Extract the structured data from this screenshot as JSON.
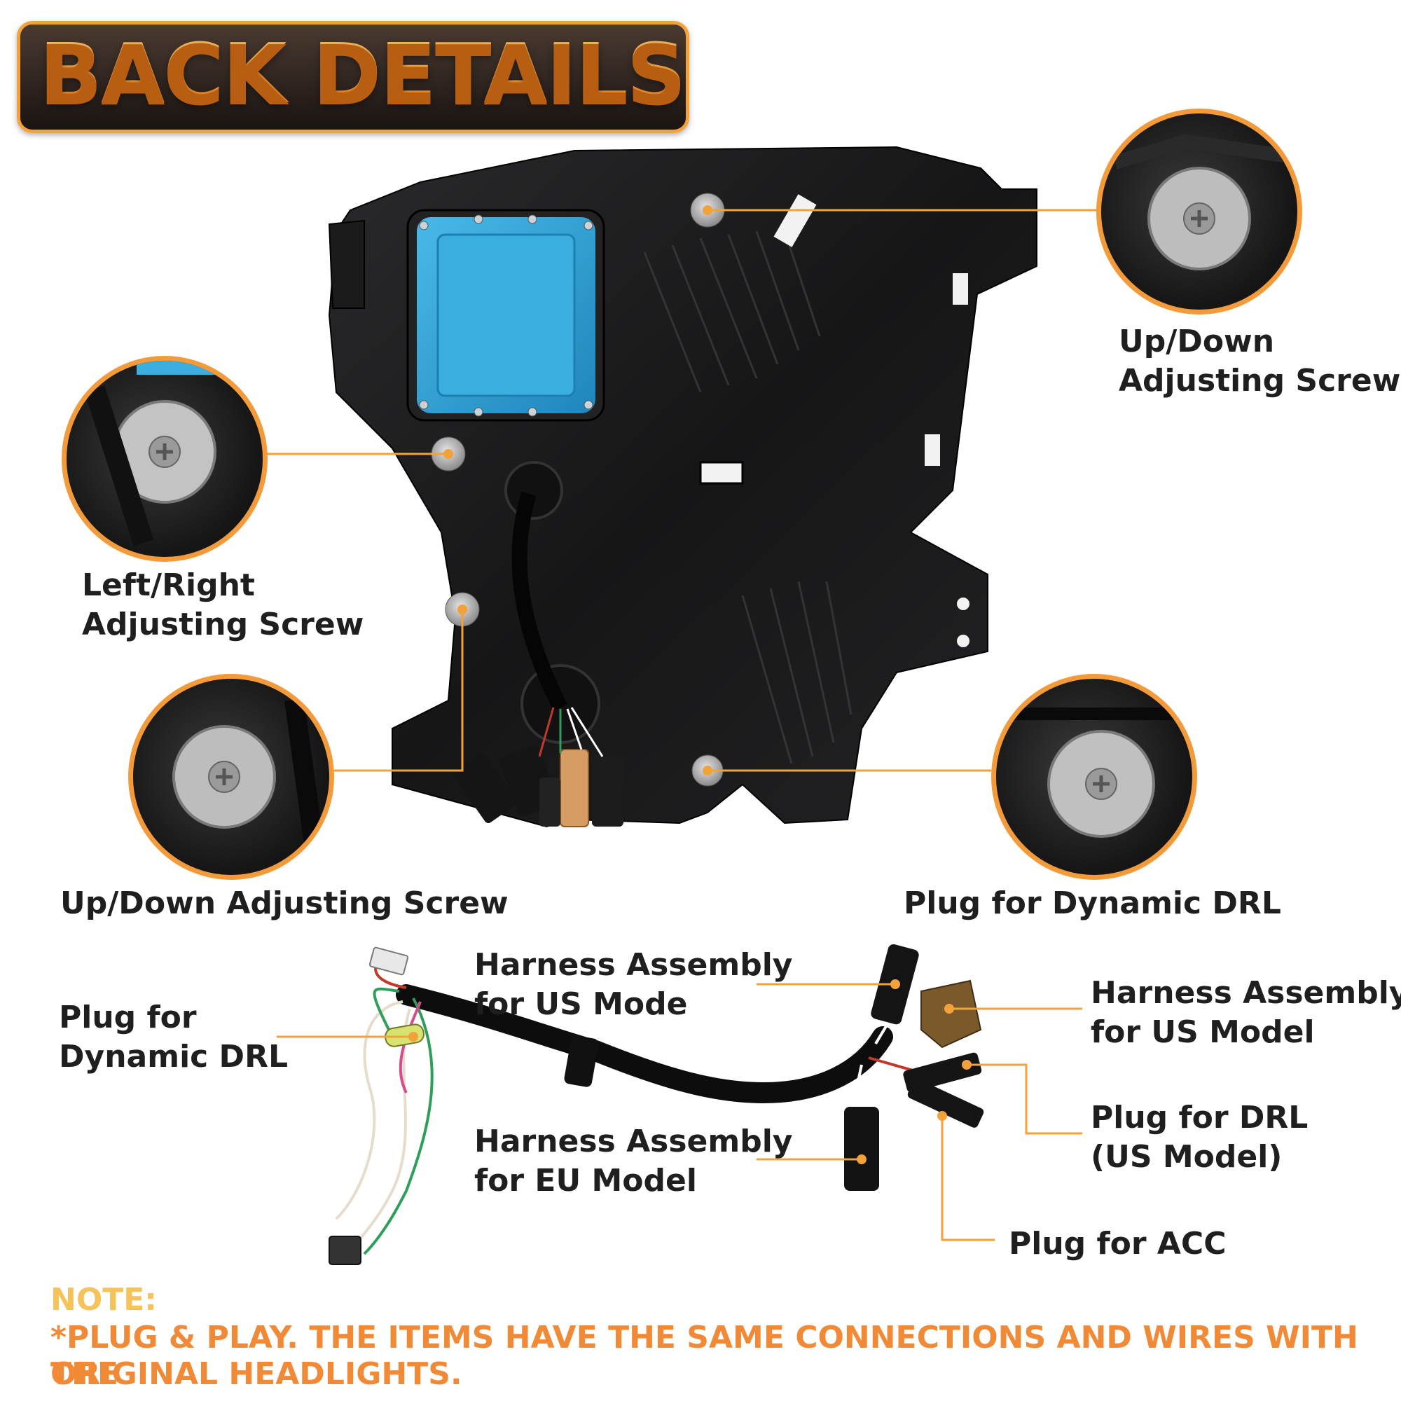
{
  "title": "BACK DETAILS",
  "labels": {
    "up_down_top_right": [
      "Up/Down",
      "Adjusting Screw"
    ],
    "left_right": [
      "Left/Right",
      "Adjusting Screw"
    ],
    "up_down_bottom_left": "Up/Down Adjusting Screw",
    "plug_dynamic_drl_right": "Plug for Dynamic DRL",
    "plug_dynamic_drl_left": [
      "Plug for",
      "Dynamic DRL"
    ],
    "harness_us_mode": [
      "Harness Assembly",
      "for US Mode"
    ],
    "harness_us_model": [
      "Harness Assembly",
      "for US Model"
    ],
    "harness_eu_model": [
      "Harness Assembly",
      "for EU Model"
    ],
    "plug_drl_us": [
      "Plug for DRL",
      "(US Model)"
    ],
    "plug_acc": "Plug for ACC"
  },
  "note": {
    "heading": "NOTE:",
    "line1": "*PLUG & PLAY. THE ITEMS HAVE THE SAME CONNECTIONS AND WIRES WITH THE",
    "line2": "ORIGINAL HEADLIGHTS."
  },
  "colors": {
    "accent": "#f39a3a",
    "note_heading": "#f5c35a",
    "note_text": "#f08a37",
    "module_blue": "#2fa3d6"
  }
}
